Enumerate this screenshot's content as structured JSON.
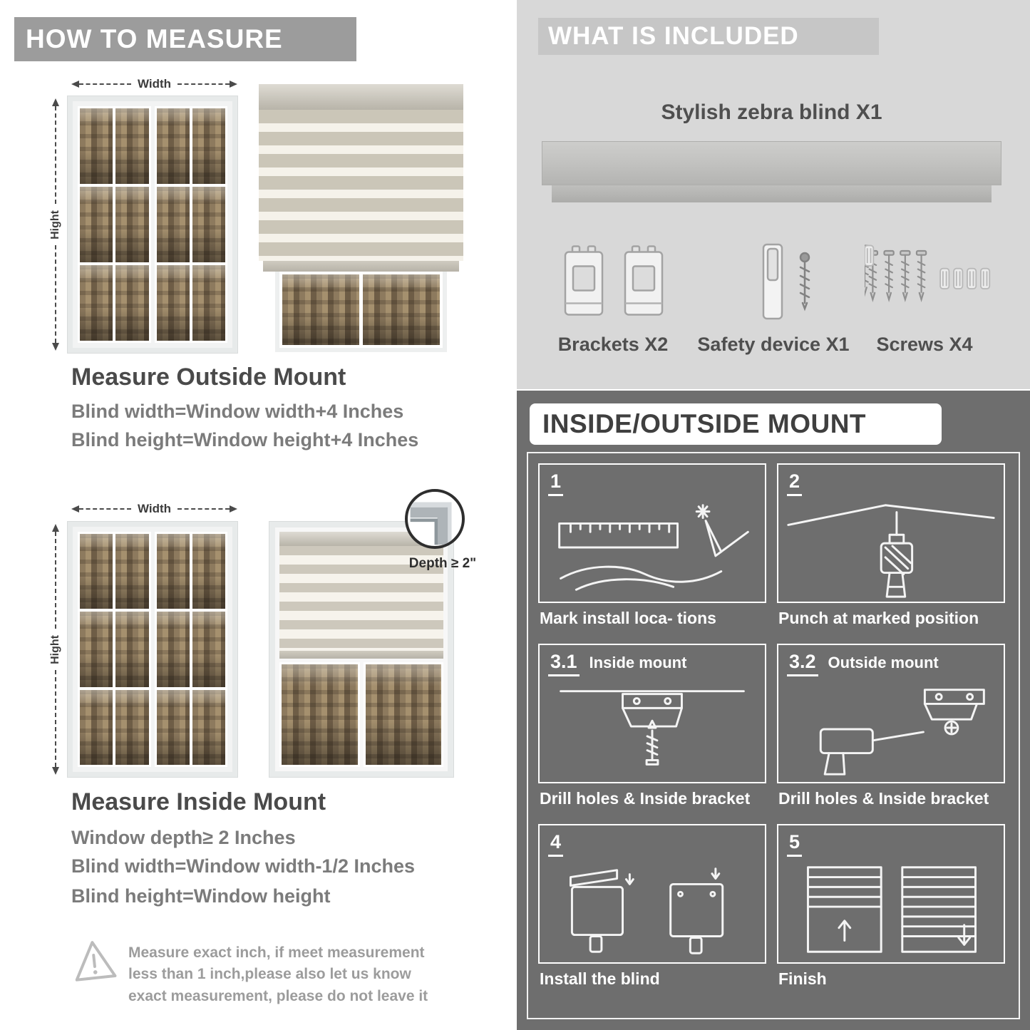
{
  "left": {
    "banner": "HOW TO MEASURE",
    "width_label": "Width",
    "height_label": "Hight",
    "outside": {
      "title": "Measure Outside Mount",
      "line1": "Blind width=Window width+4 Inches",
      "line2": "Blind height=Window height+4 Inches"
    },
    "inside": {
      "title": "Measure Inside Mount",
      "depth_label": "Depth ≥ 2\"",
      "line1": "Window depth≥ 2 Inches",
      "line2": "Blind width=Window width-1/2 Inches",
      "line3": "Blind height=Window height"
    },
    "note": "Measure exact inch, if meet measurement less than 1 inch,please also let us know exact measurement, please do not leave it"
  },
  "right": {
    "included": {
      "header": "WHAT IS INCLUDED",
      "product": "Stylish zebra blind X1",
      "parts": [
        {
          "label": "Brackets X2"
        },
        {
          "label": "Safety device X1"
        },
        {
          "label": "Screws X4"
        }
      ]
    },
    "mount": {
      "header": "INSIDE/OUTSIDE MOUNT",
      "steps": [
        {
          "num": "1",
          "label": "",
          "caption": "Mark install loca- tions"
        },
        {
          "num": "2",
          "label": "",
          "caption": "Punch at  marked position"
        },
        {
          "num": "3.1",
          "label": "Inside mount",
          "caption": "Drill holes &  Inside bracket"
        },
        {
          "num": "3.2",
          "label": "Outside mount",
          "caption": "Drill holes &  Inside bracket"
        },
        {
          "num": "4",
          "label": "",
          "caption": "Install the blind"
        },
        {
          "num": "5",
          "label": "",
          "caption": "Finish"
        }
      ]
    }
  },
  "colors": {
    "banner_gray": "#9c9c9c",
    "panel_light": "#d8d8d8",
    "header_band": "#c6c6c6",
    "panel_dark": "#6e6e6e",
    "heading_text": "#4a4a4a",
    "formula_text": "#7b7b7b",
    "white": "#ffffff"
  }
}
